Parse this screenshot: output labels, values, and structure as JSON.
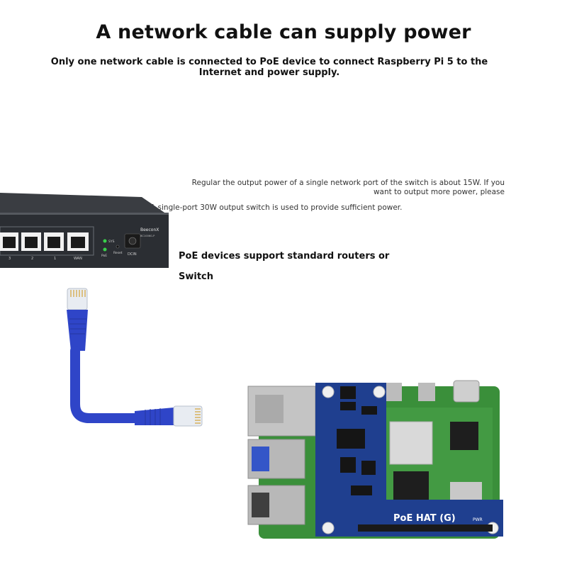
{
  "header": {
    "title": "A network cable can supply power",
    "subtitle": "Only one network cable is connected to PoE device to connect Raspberry Pi 5 to the Internet and power supply."
  },
  "notes": {
    "switch_power": "Regular the output power of a single network port of the switch is about 15W. If you want to output more power, please",
    "single_port": "A single-port 30W output switch is used to provide sufficient power."
  },
  "poe": {
    "line1": "PoE devices support standard routers or",
    "line2": "Switch"
  },
  "switch": {
    "brand": "BeeconX",
    "model": "BC1006G-P",
    "sys_label": "SYS",
    "poe_label": "PoE",
    "reset_label": "Reset",
    "dcin_label": "DCIN",
    "port_labels": [
      "3",
      "2",
      "1",
      "WAN"
    ]
  },
  "board": {
    "hat_label": "PoE HAT (G)",
    "pwr_label": "PWR"
  },
  "colors": {
    "switch_body": "#2b2e33",
    "cable_blue": "#2f45c8",
    "hat_blue": "#1f3f8f",
    "pi_green": "#3a8f3a"
  }
}
